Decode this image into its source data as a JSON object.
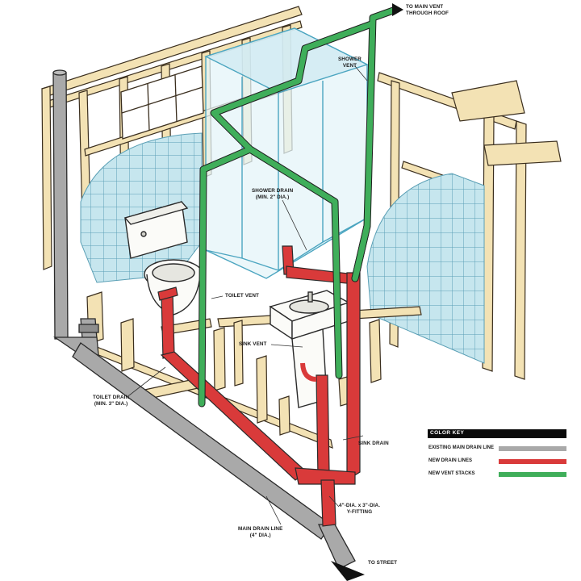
{
  "labels": {
    "main_vent": [
      "TO MAIN VENT",
      "THROUGH ROOF"
    ],
    "shower_vent": [
      "SHOWER",
      "VENT"
    ],
    "shower_drain": [
      "SHOWER DRAIN",
      "(MIN. 2\" DIA.)"
    ],
    "toilet_vent": [
      "TOILET  VENT"
    ],
    "sink_vent": [
      "SINK VENT"
    ],
    "toilet_drain": [
      "TOILET DRAIN",
      "(MIN. 3\" DIA.)"
    ],
    "sink_drain": [
      "SINK DRAIN"
    ],
    "y_fitting": [
      "4\"-DIA. x 3\"-DIA.",
      "Y-FITTING"
    ],
    "main_drain": [
      "MAIN DRAIN LINE",
      "(4\" DIA.)"
    ],
    "to_street": [
      "TO STREET"
    ]
  },
  "color_key": {
    "title": "COLOR KEY",
    "items": [
      {
        "label": "EXISTING MAIN DRAIN LINE",
        "color": "#a9a9a9"
      },
      {
        "label": "NEW DRAIN LINES",
        "color": "#d93a3a"
      },
      {
        "label": "NEW VENT STACKS",
        "color": "#3fae5a"
      }
    ]
  },
  "colors": {
    "existing_drain": "#a9a9a9",
    "new_drain": "#d93a3a",
    "new_vent": "#3fae5a",
    "wood": "#f2dfae",
    "tile": "#b9dfe8",
    "glass": "#dff2f7"
  }
}
